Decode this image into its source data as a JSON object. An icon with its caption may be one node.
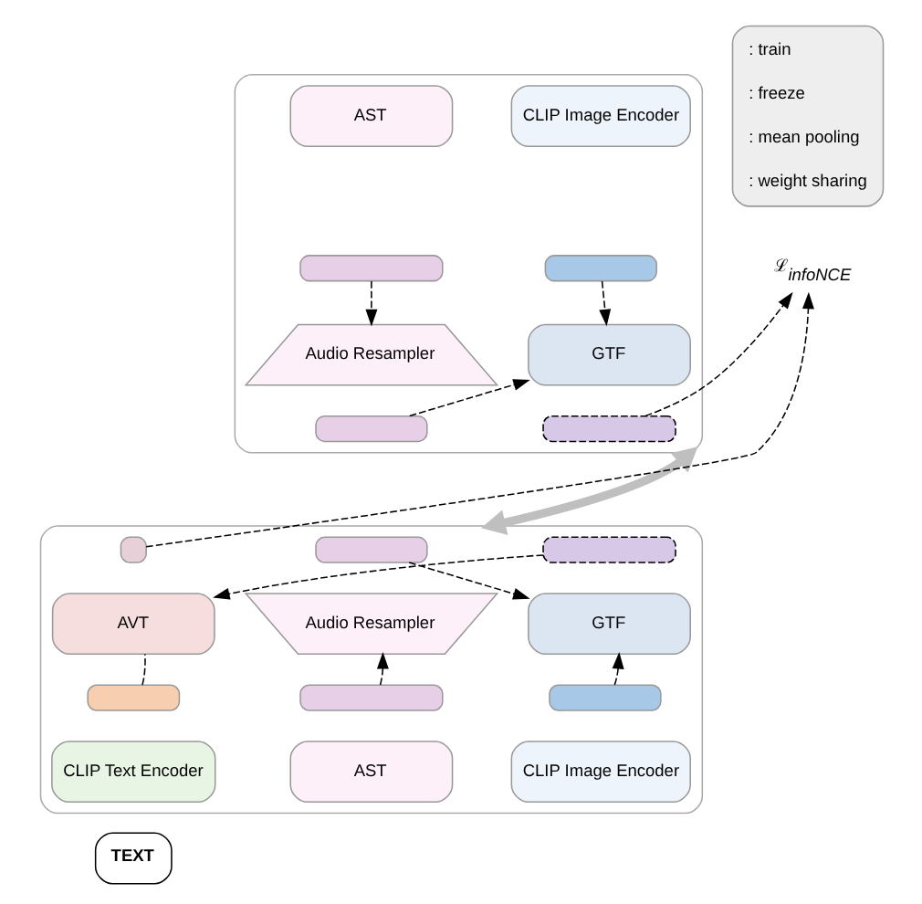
{
  "diagram": {
    "nodes": [
      {
        "text": [],
        "shape": "box"
      },
      {
        "text": [
          "AST"
        ],
        "in": 0
      },
      {
        "text": [],
        "shape": "box",
        "in": 0
      },
      {
        "text": [
          "Audio Resampler"
        ],
        "in": 0
      },
      {
        "text": [],
        "shape": "box",
        "in": 0
      },
      {
        "text": [
          "CLIP Image Encoder"
        ],
        "in": 0
      },
      {
        "text": [],
        "shape": "box",
        "in": 0
      },
      {
        "text": [
          "GTF"
        ],
        "in": 0
      },
      {
        "text": [],
        "shape": "box",
        "in": 0
      },
      {
        "text": [],
        "shape": "box"
      },
      {
        "text": [],
        "shape": "box",
        "in": 9
      },
      {
        "text": [
          "Audio Resampler"
        ],
        "in": 9
      },
      {
        "text": [],
        "shape": "box",
        "in": 9
      },
      {
        "text": [
          "AST"
        ],
        "in": 9
      },
      {
        "text": [],
        "shape": "box",
        "in": 9
      },
      {
        "text": [
          "GTF"
        ],
        "in": 9
      },
      {
        "text": [],
        "shape": "box",
        "in": 9
      },
      {
        "text": [
          "CLIP Image Encoder"
        ],
        "in": 9
      },
      {
        "text": [
          "AVT"
        ],
        "in": 9
      },
      {
        "text": [],
        "shape": "box",
        "in": 9
      },
      {
        "text": [],
        "shape": "box",
        "in": 9
      },
      {
        "text": [
          "CLIP Text Encoder"
        ],
        "in": 9
      },
      {
        "text": [
          "ℒ$_{infoNCE}$"
        ]
      }
    ],
    "edges": [
      {
        "from": 2,
        "to": 3,
        "arrow": "to",
        "style": "dashed"
      },
      {
        "from": 4,
        "to": 7,
        "arrow": "to",
        "style": "dashed"
      },
      {
        "from": 6,
        "to": 7,
        "arrow": "to",
        "style": "dashed"
      },
      {
        "from": 8,
        "to": 22,
        "arrow": "to",
        "style": "dashed"
      },
      {
        "from": 12,
        "to": 11,
        "arrow": "to",
        "style": "dashed"
      },
      {
        "from": 10,
        "to": 15,
        "arrow": "to",
        "style": "dashed"
      },
      {
        "from": 16,
        "to": 15,
        "arrow": "to",
        "style": "dashed"
      },
      {
        "from": 14,
        "to": 18,
        "arrow": "to",
        "style": "dashed"
      },
      {
        "from": 20,
        "to": 18,
        "arrow": "none",
        "style": "dashed"
      },
      {
        "from": 19,
        "to": 22,
        "arrow": "to",
        "style": "dashed"
      },
      {
        "from": 0,
        "to": 9,
        "arrow": "both",
        "style": "thick",
        "color": "#bfbfbf"
      }
    ],
    "labels": [
      "TEXT"
    ],
    "legend": [
      {
        "text": ": train"
      },
      {
        "text": ": freeze"
      },
      {
        "text": ": mean pooling"
      },
      {
        "text": ": weight sharing"
      }
    ]
  }
}
